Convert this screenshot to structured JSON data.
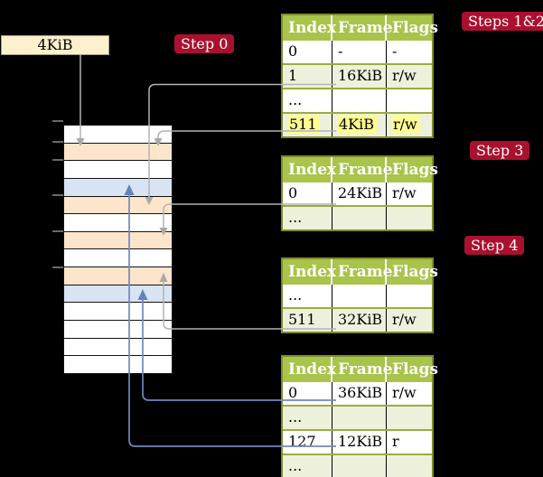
{
  "page_size_label": "4KiB",
  "badges": {
    "step0": "Step 0",
    "steps12": "Steps 1&2",
    "step3": "Step 3",
    "step4": "Step 4"
  },
  "tables": {
    "t1": {
      "headers": [
        "Index",
        "Frame",
        "Flags"
      ],
      "rows": [
        {
          "cells": [
            "0",
            "-",
            "-"
          ]
        },
        {
          "cells": [
            "1",
            "16KiB",
            "r/w"
          ]
        },
        {
          "cells": [
            "...",
            "",
            ""
          ]
        },
        {
          "cells": [
            "511",
            "4KiB",
            "r/w"
          ],
          "highlight": true
        }
      ]
    },
    "t2": {
      "headers": [
        "Index",
        "Frame",
        "Flags"
      ],
      "rows": [
        {
          "cells": [
            "0",
            "24KiB",
            "r/w"
          ]
        },
        {
          "cells": [
            "...",
            "",
            ""
          ]
        }
      ]
    },
    "t3": {
      "headers": [
        "Index",
        "Frame",
        "Flags"
      ],
      "rows": [
        {
          "cells": [
            "...",
            "",
            ""
          ]
        },
        {
          "cells": [
            "511",
            "32KiB",
            "r/w"
          ]
        }
      ]
    },
    "t4": {
      "headers": [
        "Index",
        "Frame",
        "Flags"
      ],
      "rows": [
        {
          "cells": [
            "0",
            "36KiB",
            "r/w"
          ]
        },
        {
          "cells": [
            "...",
            "",
            ""
          ]
        },
        {
          "cells": [
            "127",
            "12KiB",
            "r"
          ]
        },
        {
          "cells": [
            "...",
            "",
            ""
          ]
        }
      ]
    }
  },
  "memory": {
    "frames": [
      {
        "kind": "free"
      },
      {
        "kind": "table"
      },
      {
        "kind": "free"
      },
      {
        "kind": "mapped"
      },
      {
        "kind": "table"
      },
      {
        "kind": "free"
      },
      {
        "kind": "table"
      },
      {
        "kind": "free"
      },
      {
        "kind": "table"
      },
      {
        "kind": "mapped"
      },
      {
        "kind": "free"
      },
      {
        "kind": "free"
      },
      {
        "kind": "free"
      },
      {
        "kind": "free"
      }
    ]
  },
  "colors": {
    "badge_red": "#a9112f",
    "header_green": "#a8c44a",
    "table_border_olive": "#7d8d2a",
    "row_alt_green": "#edf1dc",
    "highlight_yellow": "#fdfb91",
    "frame_pagetable_orange": "#fde5cb",
    "frame_mapped_blue": "#d8e4f3",
    "label_box_cream": "#fcf0cd",
    "connector_gray": "#b3b3b3",
    "connector_blue": "#7089bd"
  }
}
